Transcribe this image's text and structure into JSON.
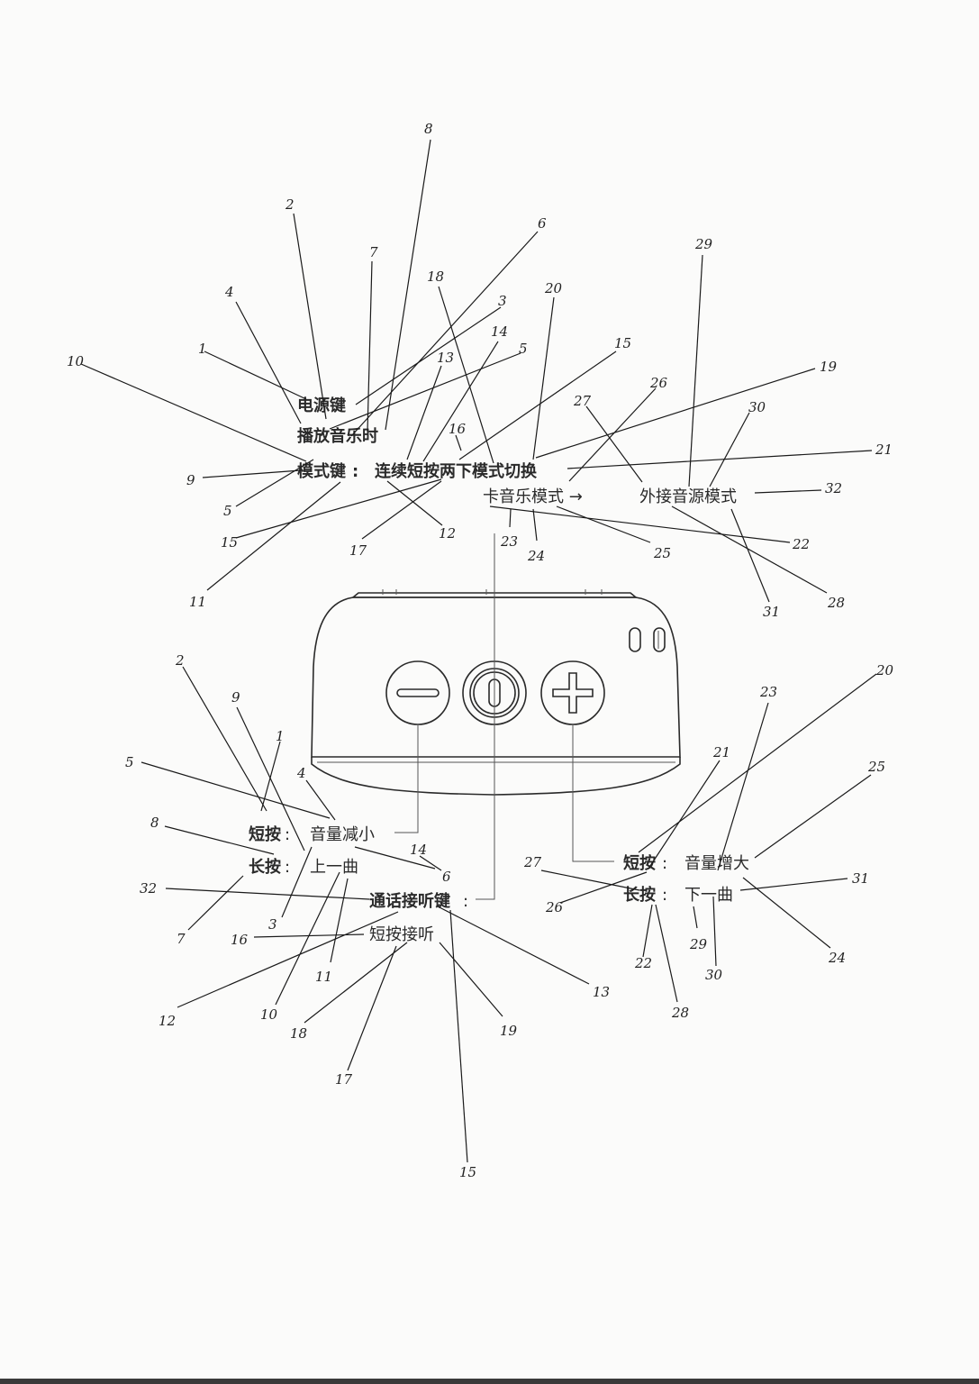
{
  "top_text": {
    "power_key": "电源键",
    "playing_music": "播放音乐时",
    "mode_key": "模式键",
    "mode_desc": "连续短按两下模式切换",
    "card_mode": "卡音乐模式 →",
    "aux_mode": "外接音源模式"
  },
  "left_text": {
    "short_press": "短按",
    "volume_down": "音量减小",
    "long_press": "长按",
    "previous_track": "上一曲"
  },
  "center_text": {
    "call_key": "通话接听键",
    "short_answer": "短按接听"
  },
  "right_text": {
    "short_press": "短按",
    "volume_up": "音量增大",
    "long_press": "长按",
    "next_track": "下一曲"
  },
  "callout_numbers": {
    "top": [
      "8",
      "2",
      "7",
      "6",
      "4",
      "3",
      "18",
      "20",
      "29",
      "14",
      "5",
      "13",
      "15",
      "1",
      "10",
      "19",
      "26",
      "27",
      "30",
      "16",
      "21",
      "9",
      "5",
      "15",
      "23",
      "32",
      "24",
      "22",
      "17",
      "12",
      "25",
      "11",
      "31",
      "28"
    ],
    "bottom": [
      "20",
      "2",
      "9",
      "23",
      "1",
      "21",
      "25",
      "5",
      "4",
      "8",
      "14",
      "6",
      "27",
      "31",
      "32",
      "3",
      "7",
      "16",
      "26",
      "29",
      "22",
      "11",
      "30",
      "24",
      "13",
      "12",
      "10",
      "18",
      "19",
      "28",
      "17",
      "15"
    ]
  }
}
